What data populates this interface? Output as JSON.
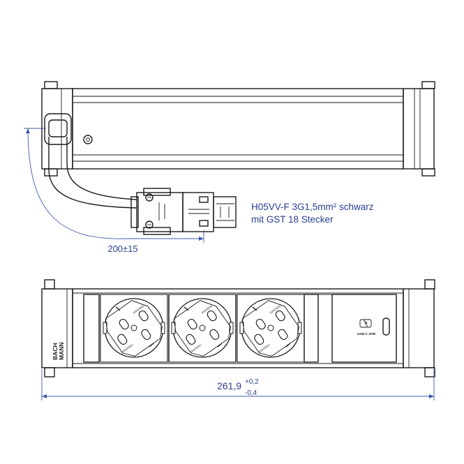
{
  "cable": {
    "line1": "H05VV-F 3G1,5mm² schwarz",
    "line2": "mit GST 18 Stecker",
    "length": "200±15"
  },
  "width": {
    "value": "261,9",
    "tol_upper": "+0,2",
    "tol_lower": "-0,4"
  },
  "brand": {
    "line1": "BACH",
    "line2": "MANN"
  },
  "sockets": [
    {
      "rating": "16A/250V~"
    },
    {
      "rating": "16A/250V~"
    },
    {
      "rating": "16A/250V~"
    }
  ],
  "usb": {
    "label": "USB-C 20W"
  },
  "colors": {
    "line": "#1a1a1a",
    "dimension": "#3d5aa8",
    "dimension_text": "#2a3f8f",
    "body_fill": "#f4f4f4"
  }
}
